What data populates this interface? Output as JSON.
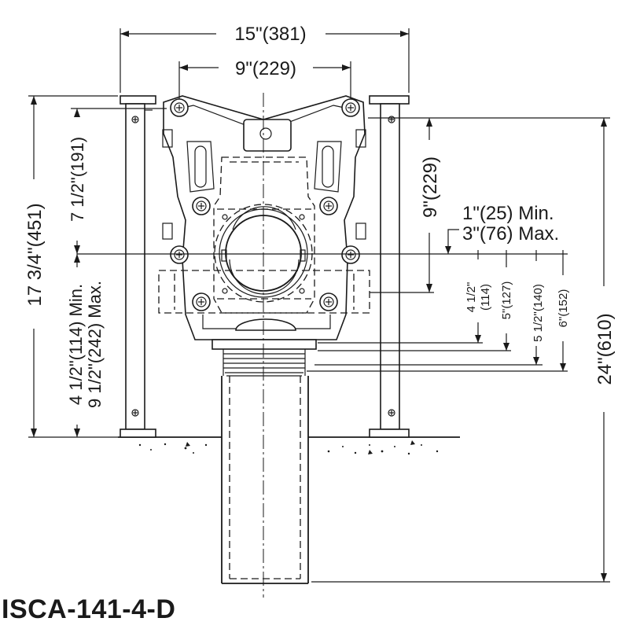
{
  "title": "ISCA-141-4-D",
  "dimensions": {
    "overall_width": "15\"(381)",
    "bolt_spacing": "9\"(229)",
    "frame_height": "17 3/4\"(451)",
    "upper_mount_height": "7 1/2\"(191)",
    "floor_range_min": "4 1/2\"(114) Min.",
    "floor_range_max": "9 1/2\"(242) Max.",
    "center_to_top": "9\"(229)",
    "outlet_min": "1\"(25) Min.",
    "outlet_max": "3\"(76) Max.",
    "d_4_5_a": "4 1/2\"",
    "d_4_5_b": "(114)",
    "d_5": "5\"(127)",
    "d_5_5": "5 1/2\"(140)",
    "d_6": "6\"(152)",
    "overall_height": "24\"(610)"
  }
}
